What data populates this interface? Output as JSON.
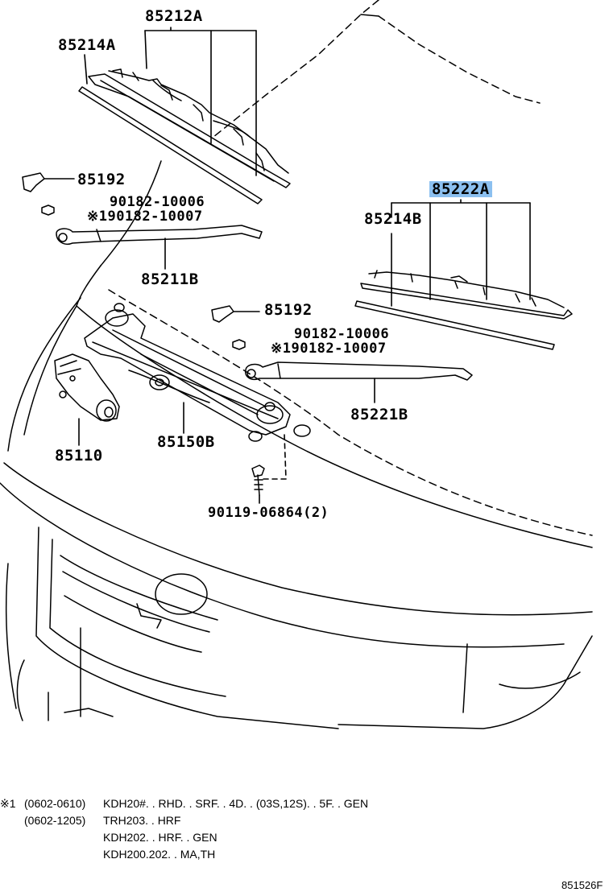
{
  "parts": {
    "p85212A": "85212A",
    "p85214A": "85214A",
    "p85192_top": "85192",
    "p90182_10006_top": "90182-10006",
    "p90182_10007_top": "※190182-10007",
    "p85211B": "85211B",
    "p85222A": "85222A",
    "p85214B": "85214B",
    "p85192_mid": "85192",
    "p90182_10006_mid": "90182-10006",
    "p90182_10007_mid": "※190182-10007",
    "p85221B": "85221B",
    "p85110": "85110",
    "p85150B": "85150B",
    "p90119": "90119-06864(2)"
  },
  "notes": {
    "line1_mark": "※1",
    "line1_range": "(0602-0610)",
    "line1_text": "KDH20#. . RHD. . SRF. . 4D. . (03S,12S). . 5F. . GEN",
    "line2_range": "(0602-1205)",
    "line2_text": "TRH203. . HRF",
    "line3_text": "KDH202. . HRF. . GEN",
    "line4_text": "KDH200.202. . MA,TH"
  },
  "figure_id": "851526F",
  "colors": {
    "line": "#000000",
    "highlight": "#8cc0f0"
  }
}
